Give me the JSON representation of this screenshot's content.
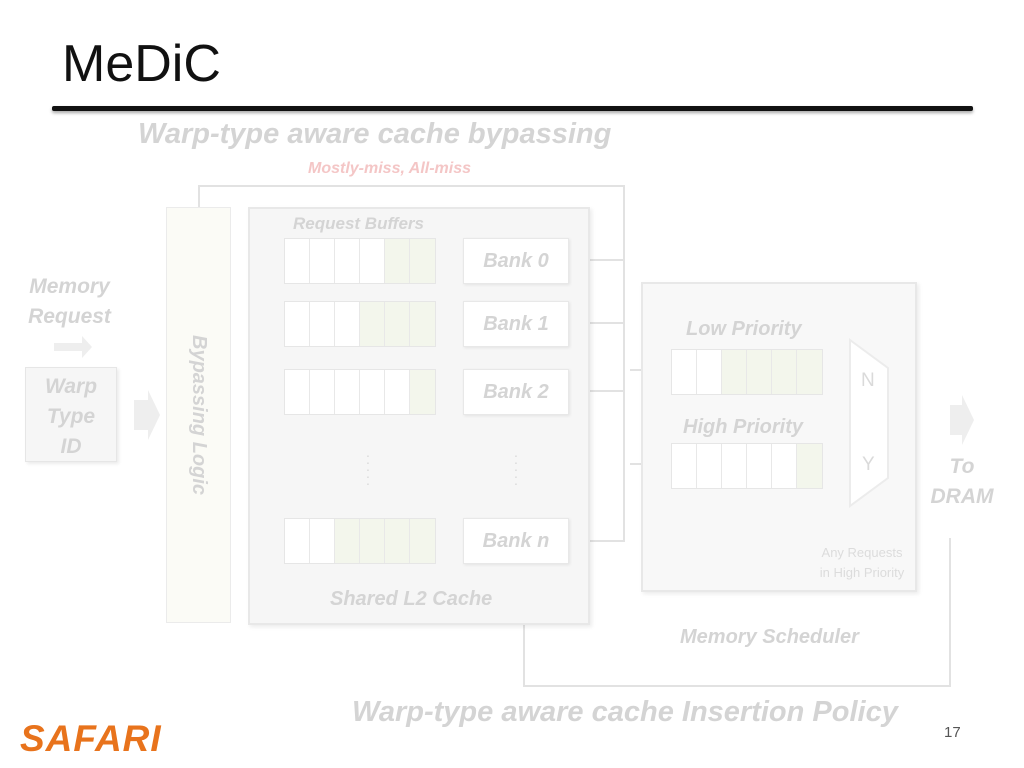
{
  "slide": {
    "title": "MeDiC",
    "page_number": "17",
    "logo_text": "SAFARI"
  },
  "diagram": {
    "top_heading": "Warp-type aware cache bypassing",
    "top_subheading": "Mostly-miss, All-miss",
    "bottom_heading": "Warp-type aware cache Insertion Policy",
    "memory_request": [
      "Memory",
      "Request"
    ],
    "warp_type_id": [
      "Warp",
      "Type",
      "ID"
    ],
    "bypassing_logic": "Bypassing Logic",
    "request_buffers": "Request Buffers",
    "shared_l2": "Shared L2 Cache",
    "banks": [
      "Bank 0",
      "Bank 1",
      "Bank 2",
      "Bank n"
    ],
    "low_priority": "Low Priority",
    "high_priority": "High Priority",
    "mux_n": "N",
    "mux_y": "Y",
    "any_requests": [
      "Any Requests",
      "in High Priority"
    ],
    "memory_scheduler": "Memory Scheduler",
    "to_dram": [
      "To",
      "DRAM"
    ]
  },
  "colors": {
    "logo": "#e8731c",
    "faded_text": "#d4d4d4",
    "subheading": "#f4c6c6",
    "filled_cell": "#f3f6ec"
  }
}
